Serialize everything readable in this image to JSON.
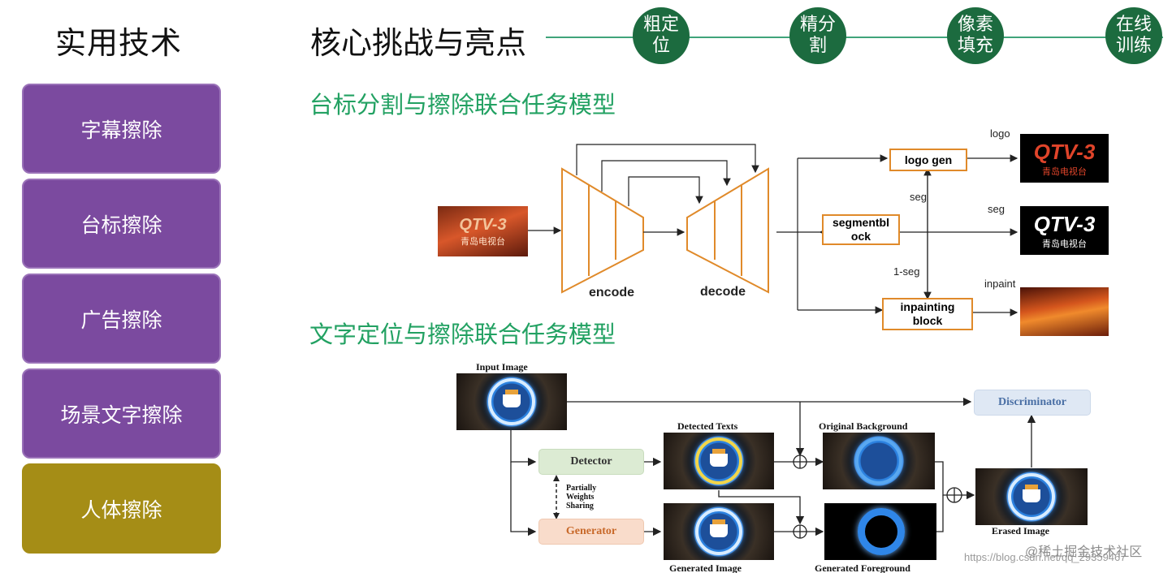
{
  "left": {
    "title": "实用技术",
    "items": [
      {
        "label": "字幕擦除"
      },
      {
        "label": "台标擦除"
      },
      {
        "label": "广告擦除"
      },
      {
        "label": "场景文字擦除"
      },
      {
        "label": "人体擦除"
      }
    ]
  },
  "header": {
    "title": "核心挑战与亮点",
    "pills": [
      {
        "line1": "粗定",
        "line2": "位"
      },
      {
        "line1": "精分",
        "line2": "割"
      },
      {
        "line1": "像素",
        "line2": "填充"
      },
      {
        "line1": "在线",
        "line2": "训练"
      }
    ]
  },
  "diagram1": {
    "title": "台标分割与擦除联合任务模型",
    "encode_label": "encode",
    "decode_label": "decode",
    "logo_gen": "logo gen",
    "segment_line1": "segmentbl",
    "segment_line2": "ock",
    "inpaint_line1": "inpainting",
    "inpaint_line2": "block",
    "seg_mid": "seg",
    "one_minus_seg": "1-seg",
    "out_logo": "logo",
    "out_seg": "seg",
    "out_inpaint": "inpaint",
    "logo_text": "QTV-3",
    "logo_sub": "青岛电视台"
  },
  "diagram2": {
    "title": "文字定位与擦除联合任务模型",
    "input_image": "Input Image",
    "detector": "Detector",
    "generator": "Generator",
    "sharing_1": "Partially",
    "sharing_2": "Weights",
    "sharing_3": "Sharing",
    "detected_texts": "Detected Texts",
    "original_background": "Original Background",
    "generated_image": "Generated Image",
    "generated_foreground": "Generated Foreground",
    "discriminator": "Discriminator",
    "erased_image": "Erased Image"
  },
  "watermark": {
    "brand": "@稀土掘金技术社区",
    "url": "https://blog.csdn.net/qq_29359467"
  },
  "colors": {
    "purple": "#7b4a9f",
    "gold": "#a58d16",
    "green_title": "#22a162",
    "pill_green": "#1c6b3f",
    "orange_box": "#e08a2a"
  }
}
